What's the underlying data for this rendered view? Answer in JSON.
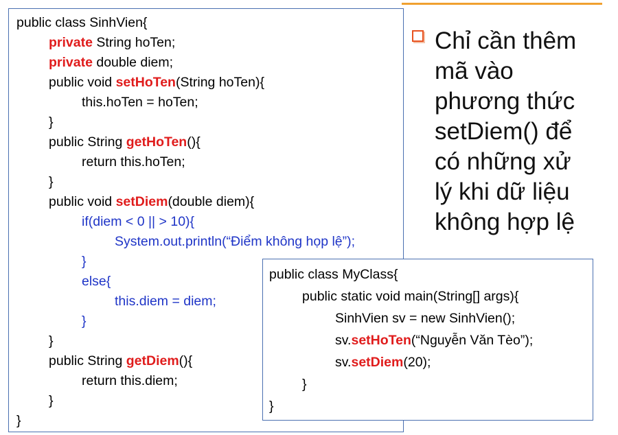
{
  "colors": {
    "accent_rule": "#f0a030",
    "keyword": "#e01c1c",
    "blue_code": "#1f35c7",
    "box_border": "#4a6fb0",
    "bullet": "#e8521f"
  },
  "sinhvien": {
    "l1": "public class SinhVien{",
    "l2_kw": "private",
    "l2_rest": " String hoTen;",
    "l3_kw": "private",
    "l3_rest": " double diem;",
    "l4_pre": "public void ",
    "l4_kw": "setHoTen",
    "l4_post": "(String hoTen){",
    "l5": "this.hoTen = hoTen;",
    "l6": "}",
    "l7_pre": "public String ",
    "l7_kw": "getHoTen",
    "l7_post": "(){",
    "l8": "return this.hoTen;",
    "l9": "}",
    "l10_pre": "public void ",
    "l10_kw": "setDiem",
    "l10_post": "(double diem){",
    "l11": "if(diem < 0 || > 10){",
    "l12": "System.out.println(“Điểm không họp lệ”);",
    "l13": "}",
    "l14": "else{",
    "l15": "this.diem = diem;",
    "l16": "}",
    "l17": "}",
    "l18_pre": "public String ",
    "l18_kw": "getDiem",
    "l18_post": "(){",
    "l19": "return this.diem;",
    "l20": "}",
    "l21": "}"
  },
  "myclass": {
    "l1": "public class MyClass{",
    "l2": "public static void main(String[] args){",
    "l3": "SinhVien sv = new SinhVien();",
    "l4_pre": "sv.",
    "l4_kw": "setHoTen",
    "l4_post": "(“Nguyễn Văn Tèo”);",
    "l5_pre": "sv.",
    "l5_kw": "setDiem",
    "l5_post": "(20);",
    "l6": "}",
    "l7": "}"
  },
  "bullet": {
    "icon": "square-bullet-icon",
    "lines": [
      "Chỉ cần thêm",
      "mã vào",
      "phương thức",
      "setDiem() để",
      "có những xử",
      "lý khi dữ liệu",
      "không hợp lệ"
    ]
  }
}
